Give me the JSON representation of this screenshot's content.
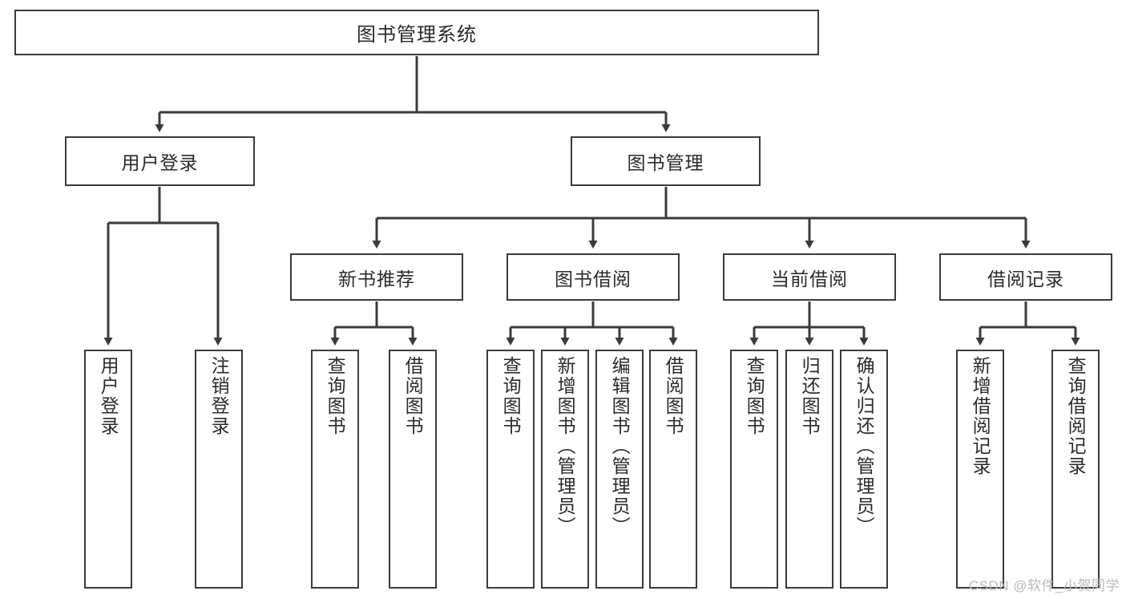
{
  "diagram": {
    "title": "图书管理系统",
    "watermark": "CSDN @软件_小贺同学",
    "colors": {
      "box_border": "#3b3b3b",
      "box_fill": "#ffffff",
      "connector": "#3b3b3b",
      "text": "#2b2b2b",
      "watermark": "#b9b9b9"
    },
    "root": {
      "label": "图书管理系统"
    },
    "level2": [
      {
        "label": "用户登录"
      },
      {
        "label": "图书管理"
      }
    ],
    "level3": [
      {
        "label": "新书推荐"
      },
      {
        "label": "图书借阅"
      },
      {
        "label": "当前借阅"
      },
      {
        "label": "借阅记录"
      }
    ],
    "leaves": {
      "user_login": [
        {
          "label": "用户登录"
        },
        {
          "label": "注销登录"
        }
      ],
      "new_book": [
        {
          "label": "查询图书"
        },
        {
          "label": "借阅图书"
        }
      ],
      "book_borrow": [
        {
          "label": "查询图书"
        },
        {
          "label": "新增图书（管理员）"
        },
        {
          "label": "编辑图书（管理员）"
        },
        {
          "label": "借阅图书"
        }
      ],
      "current_borrow": [
        {
          "label": "查询图书"
        },
        {
          "label": "归还图书"
        },
        {
          "label": "确认归还（管理员）"
        }
      ],
      "borrow_record": [
        {
          "label": "新增借阅记录"
        },
        {
          "label": "查询借阅记录"
        }
      ]
    }
  }
}
